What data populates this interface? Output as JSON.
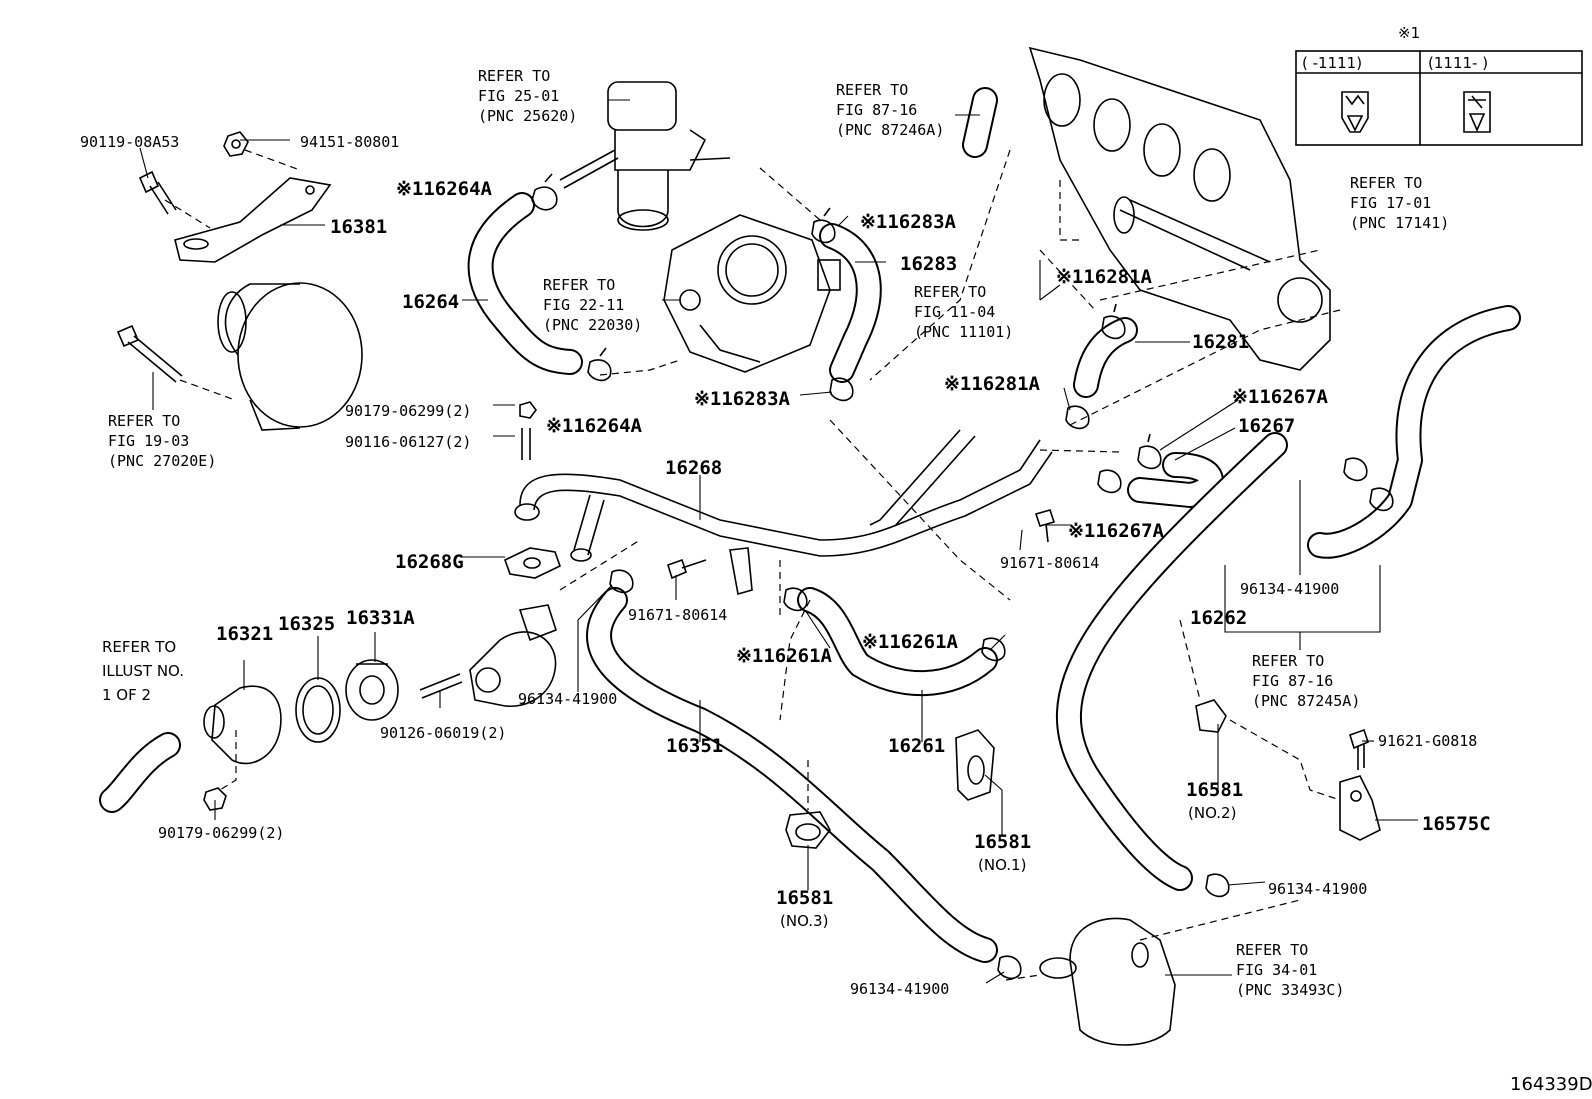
{
  "diagram_id": "164339D",
  "legend": {
    "marker": "※1",
    "col_left": "(   -1111)",
    "col_right": "(1111-   )"
  },
  "labels": {
    "p90119": "90119-08A53",
    "p94151": "94151-80801",
    "p16381": "16381",
    "ref_fig_25_01": [
      "REFER TO",
      "FIG 25-01",
      "(PNC 25620)"
    ],
    "s16264A_top": "※116264A",
    "p16264": "16264",
    "ref_fig_22_11": [
      "REFER TO",
      "FIG 22-11",
      "(PNC 22030)"
    ],
    "ref_fig_19_03": [
      "REFER TO",
      "FIG 19-03",
      "(PNC 27020E)"
    ],
    "p90179_a": "90179-06299(2)",
    "p90116": "90116-06127(2)",
    "s16264A_bot": "※116264A",
    "ref_fig_87_16_top": [
      "REFER TO",
      "FIG 87-16",
      "(PNC 87246A)"
    ],
    "s16283A_top": "※116283A",
    "p16283": "16283",
    "ref_fig_11_04": [
      "REFER TO",
      "FIG 11-04",
      "(PNC 11101)"
    ],
    "s16283A_bot": "※116283A",
    "ref_fig_17_01": [
      "REFER TO",
      "FIG 17-01",
      "(PNC 17141)"
    ],
    "s16281A_top": "※116281A",
    "p16281": "16281",
    "s16281A_bot": "※116281A",
    "s16267A_top": "※116267A",
    "p16267": "16267",
    "p16268": "16268",
    "s16267A_bot": "※116267A",
    "p16268G": "16268G",
    "p91671_a": "91671-80614",
    "p91671_b": "91671-80614",
    "p96134_top": "96134-41900",
    "refer_illust": [
      "REFER TO",
      "ILLUST NO.",
      "1 OF 2"
    ],
    "p16321": "16321",
    "p16325": "16325",
    "p16331A": "16331A",
    "p96134_left": "96134-41900",
    "s16261A_left": "※116261A",
    "s16261A_right": "※116261A",
    "p16262": "16262",
    "ref_fig_87_16_bot": [
      "REFER TO",
      "FIG 87-16",
      "(PNC 87245A)"
    ],
    "p90126": "90126-06019(2)",
    "p16351": "16351",
    "p16261": "16261",
    "p90179_b": "90179-06299(2)",
    "p16581_no2": [
      "16581",
      "(NO.2)"
    ],
    "p91621": "91621-G0818",
    "p16575C": "16575C",
    "p16581_no1": [
      "16581",
      "(NO.1)"
    ],
    "p16581_no3": [
      "16581",
      "(NO.3)"
    ],
    "p96134_right": "96134-41900",
    "p96134_bottom": "96134-41900",
    "ref_fig_34_01": [
      "REFER TO",
      "FIG 34-01",
      "(PNC 33493C)"
    ]
  }
}
